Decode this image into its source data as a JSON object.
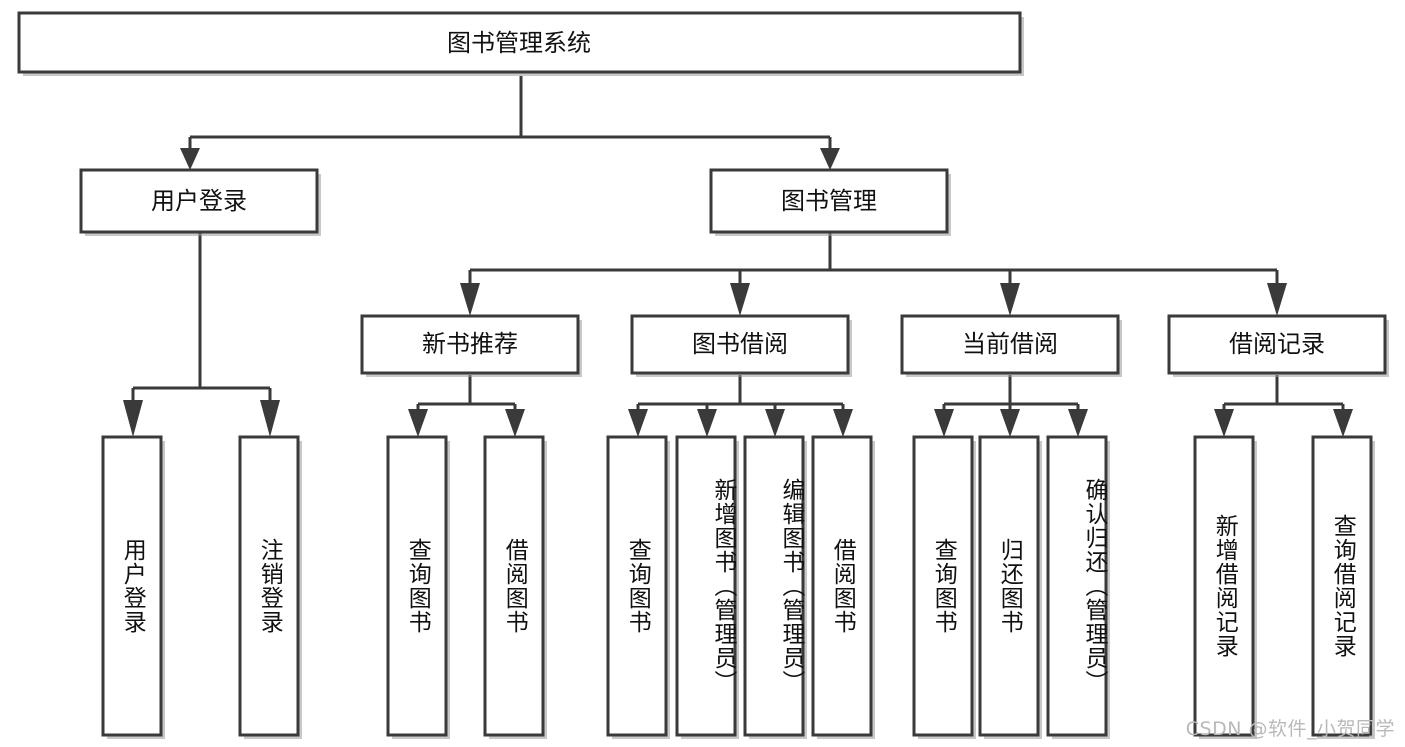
{
  "diagram": {
    "title": "图书管理系统",
    "type": "hierarchy-tree",
    "orientation": "top-down",
    "levels": 4,
    "root": {
      "id": "root",
      "label": "图书管理系统"
    },
    "level2": [
      {
        "id": "user-login",
        "label": "用户登录"
      },
      {
        "id": "book-manage",
        "label": "图书管理"
      }
    ],
    "level3": [
      {
        "id": "new-book-rec",
        "label": "新书推荐",
        "parent": "book-manage"
      },
      {
        "id": "book-borrow",
        "label": "图书借阅",
        "parent": "book-manage"
      },
      {
        "id": "current-borrow",
        "label": "当前借阅",
        "parent": "book-manage"
      },
      {
        "id": "borrow-record",
        "label": "借阅记录",
        "parent": "book-manage"
      }
    ],
    "leaves": [
      {
        "id": "leaf-user-login",
        "label": "用户登录",
        "parent": "user-login"
      },
      {
        "id": "leaf-user-logout",
        "label": "注销登录",
        "parent": "user-login"
      },
      {
        "id": "leaf-query-book-1",
        "label": "查询图书",
        "parent": "new-book-rec"
      },
      {
        "id": "leaf-borrow-book-1",
        "label": "借阅图书",
        "parent": "new-book-rec"
      },
      {
        "id": "leaf-query-book-2",
        "label": "查询图书",
        "parent": "book-borrow"
      },
      {
        "id": "leaf-add-book",
        "label": "新增图书（管理员）",
        "parent": "book-borrow"
      },
      {
        "id": "leaf-edit-book",
        "label": "编辑图书（管理员）",
        "parent": "book-borrow"
      },
      {
        "id": "leaf-borrow-book-2",
        "label": "借阅图书",
        "parent": "book-borrow"
      },
      {
        "id": "leaf-query-book-3",
        "label": "查询图书",
        "parent": "current-borrow"
      },
      {
        "id": "leaf-return-book",
        "label": "归还图书",
        "parent": "current-borrow"
      },
      {
        "id": "leaf-confirm-return",
        "label": "确认归还（管理员）",
        "parent": "current-borrow"
      },
      {
        "id": "leaf-add-record",
        "label": "新增借阅记录",
        "parent": "borrow-record"
      },
      {
        "id": "leaf-query-record",
        "label": "查询借阅记录",
        "parent": "borrow-record"
      }
    ],
    "colors": {
      "box_stroke": "#3a3a3a",
      "box_fill": "#ffffff",
      "text": "#111111",
      "link": "#3a3a3a",
      "background": "#ffffff",
      "watermark": "#b9b9b9"
    }
  },
  "watermark": {
    "text": "CSDN @软件_小贺同学"
  }
}
